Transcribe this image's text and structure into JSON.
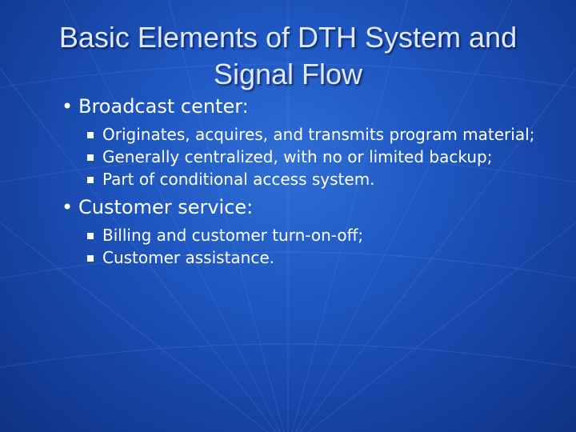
{
  "slide": {
    "title_line1": "Basic Elements of DTH System and",
    "title_line2": "Signal Flow",
    "sections": [
      {
        "heading": "Broadcast center:",
        "items": [
          "Originates, acquires, and transmits program material;",
          "Generally centralized, with no or limited backup;",
          "Part of conditional access system."
        ]
      },
      {
        "heading": "Customer service:",
        "items": [
          "Billing and customer turn-on-off;",
          "Customer assistance."
        ]
      }
    ]
  },
  "colors": {
    "background": "#1f57c2",
    "title": "#dfe9ff",
    "text": "#ffffff"
  },
  "icons": {
    "level1_bullet": "round-bullet-icon",
    "level2_bullet": "square-bullet-icon"
  }
}
